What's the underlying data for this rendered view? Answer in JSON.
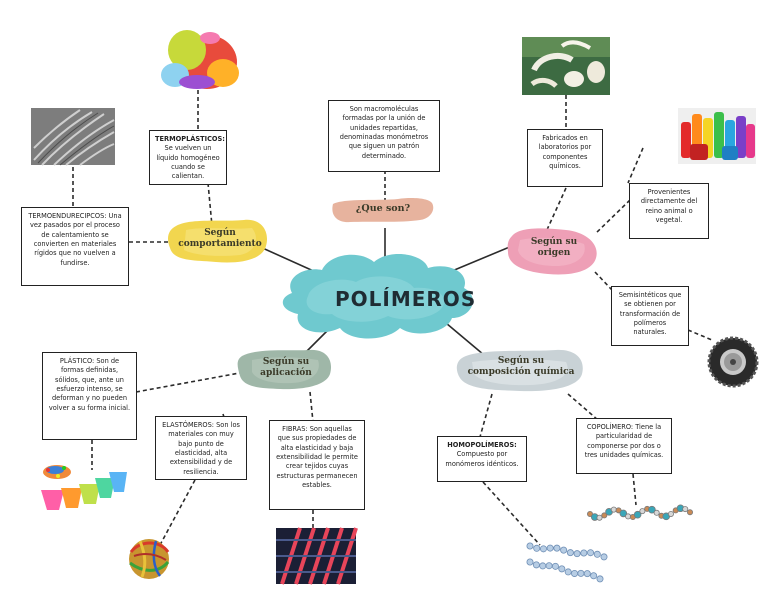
{
  "central": {
    "label": "POLÍMEROS"
  },
  "branches": {
    "que_son": "¿Que son?",
    "comportamiento": "Según comportamiento",
    "origen": "Según su origen",
    "aplicacion": "Según su aplicación",
    "composicion": "Según su composición química"
  },
  "boxes": {
    "definicion": "Son macromoléculas formadas por la unión de unidades repartidas, denominadas monómetros que siguen un patrón determinado.",
    "termoplasticos_title": "TERMOPLÁSTICOS:",
    "termoplasticos_text": "Se vuelven un líquido homogéneo cuando se calientan.",
    "termoendurecibles_text": "TERMOENDURECIPCOS: Una vez pasados por el proceso de calentamiento se convierten en materiales rígidos que no vuelven a fundirse.",
    "sinteticos_text": "Fabricados en laboratorios por componentes químicos.",
    "naturales_text": "Provenientes directamente del reino animal o vegetal.",
    "semisinteticos_text": "Semisintéticos que se obtienen por transformación de polímeros naturales.",
    "plastico_text": "PLÁSTICO: Son de formas definidas, sólidos, que, ante un esfuerzo intenso, se deforman y no pueden volver a su forma inicial.",
    "elastomeros_text": "ELASTÓMEROS: Son los materiales con muy bajo punto de elasticidad, alta extensibilidad y de resiliencia.",
    "fibras_text": "FIBRAS: Son aquellas que sus propiedades de alta elasticidad y baja extensibilidad le permite crear tejidos cuyas estructuras permanecen estables.",
    "homopolimeros_title": "HOMOPOLÍMEROS:",
    "homopolimeros_text": "Compuesto por monómeros idénticos.",
    "copolimero_text": "COPOLÍMERO: Tiene la particularidad de componerse por dos o tres unidades químicas."
  },
  "colors": {
    "center_cloud": "#6fc9cf",
    "que_son": "#e7b39e",
    "comportamiento": "#f2d64f",
    "origen": "#ee9fb6",
    "aplicacion": "#9fb7a8",
    "composicion": "#c9d2d6"
  },
  "images": [
    "plastic-plates-image",
    "fabric-fibers-image",
    "natural-fibers-image",
    "colorful-bottles-image",
    "tire-image",
    "plastic-cups-image",
    "rubber-band-ball-image",
    "textile-weave-image",
    "homopolymer-chain-image",
    "copolymer-chain-image"
  ]
}
